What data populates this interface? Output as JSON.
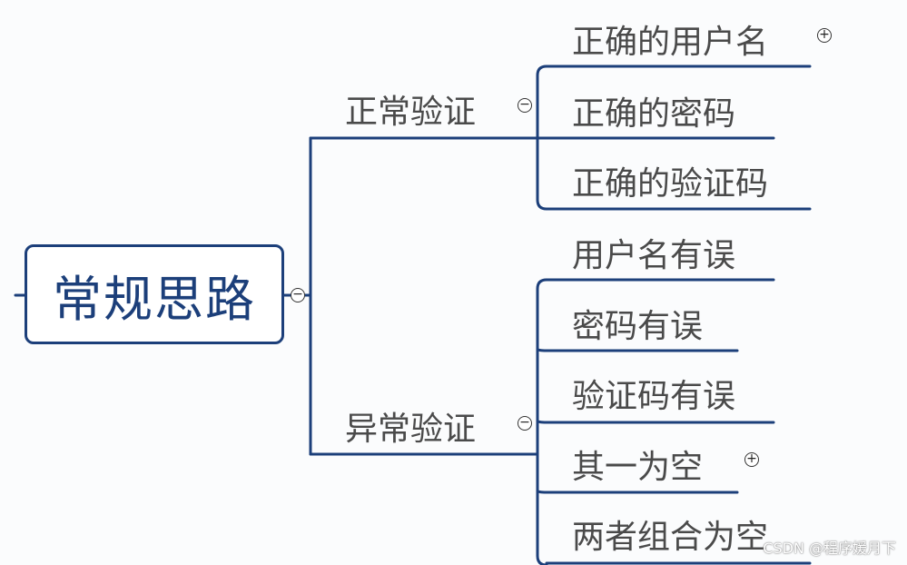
{
  "root": {
    "label": "常规思路",
    "toggle": "−"
  },
  "branches": [
    {
      "label": "正常验证",
      "toggle": "−",
      "items": [
        {
          "label": "正确的用户名",
          "toggle": "+"
        },
        {
          "label": "正确的密码"
        },
        {
          "label": "正确的验证码"
        }
      ]
    },
    {
      "label": "异常验证",
      "toggle": "−",
      "items": [
        {
          "label": "用户名有误"
        },
        {
          "label": "密码有误"
        },
        {
          "label": "验证码有误"
        },
        {
          "label": "其一为空",
          "toggle": "+"
        },
        {
          "label": "两者组合为空"
        }
      ]
    }
  ],
  "watermark": "CSDN @程序媛月下",
  "colors": {
    "line": "#1c3f7a",
    "text": "#4a4a4a"
  }
}
